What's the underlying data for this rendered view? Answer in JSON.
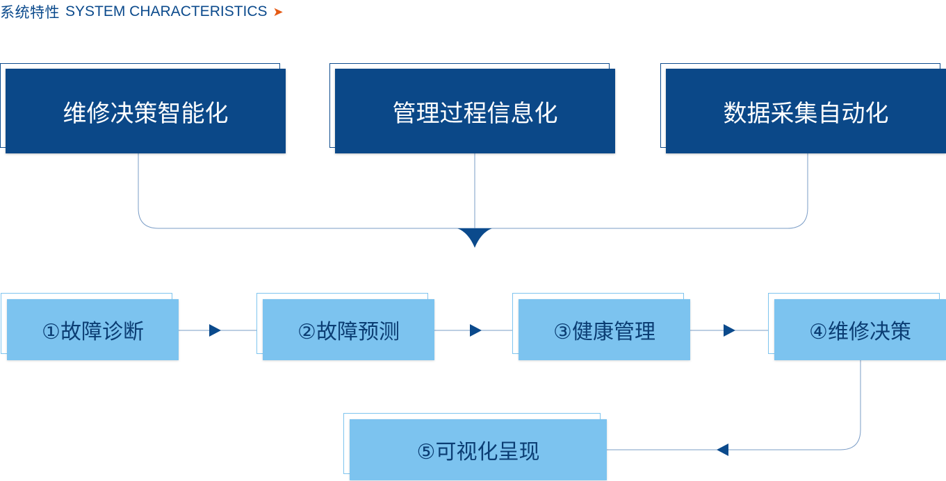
{
  "header": {
    "title_zh": "系统特性",
    "title_en": "SYSTEM CHARACTERISTICS",
    "arrow_glyph": "➤"
  },
  "features": [
    {
      "label": "维修决策智能化"
    },
    {
      "label": "管理过程信息化"
    },
    {
      "label": "数据采集自动化"
    }
  ],
  "steps": [
    {
      "label": "①故障诊断"
    },
    {
      "label": "②故障预测"
    },
    {
      "label": "③健康管理"
    },
    {
      "label": "④维修决策"
    },
    {
      "label": "⑤可视化呈现"
    }
  ],
  "colors": {
    "feature_fill": "#0b4888",
    "step_fill": "#7cc3ef",
    "connector": "#7a9cc6",
    "arrow": "#0b4a8c",
    "header_text": "#0b4a8c",
    "header_arrow": "#e55a14"
  }
}
